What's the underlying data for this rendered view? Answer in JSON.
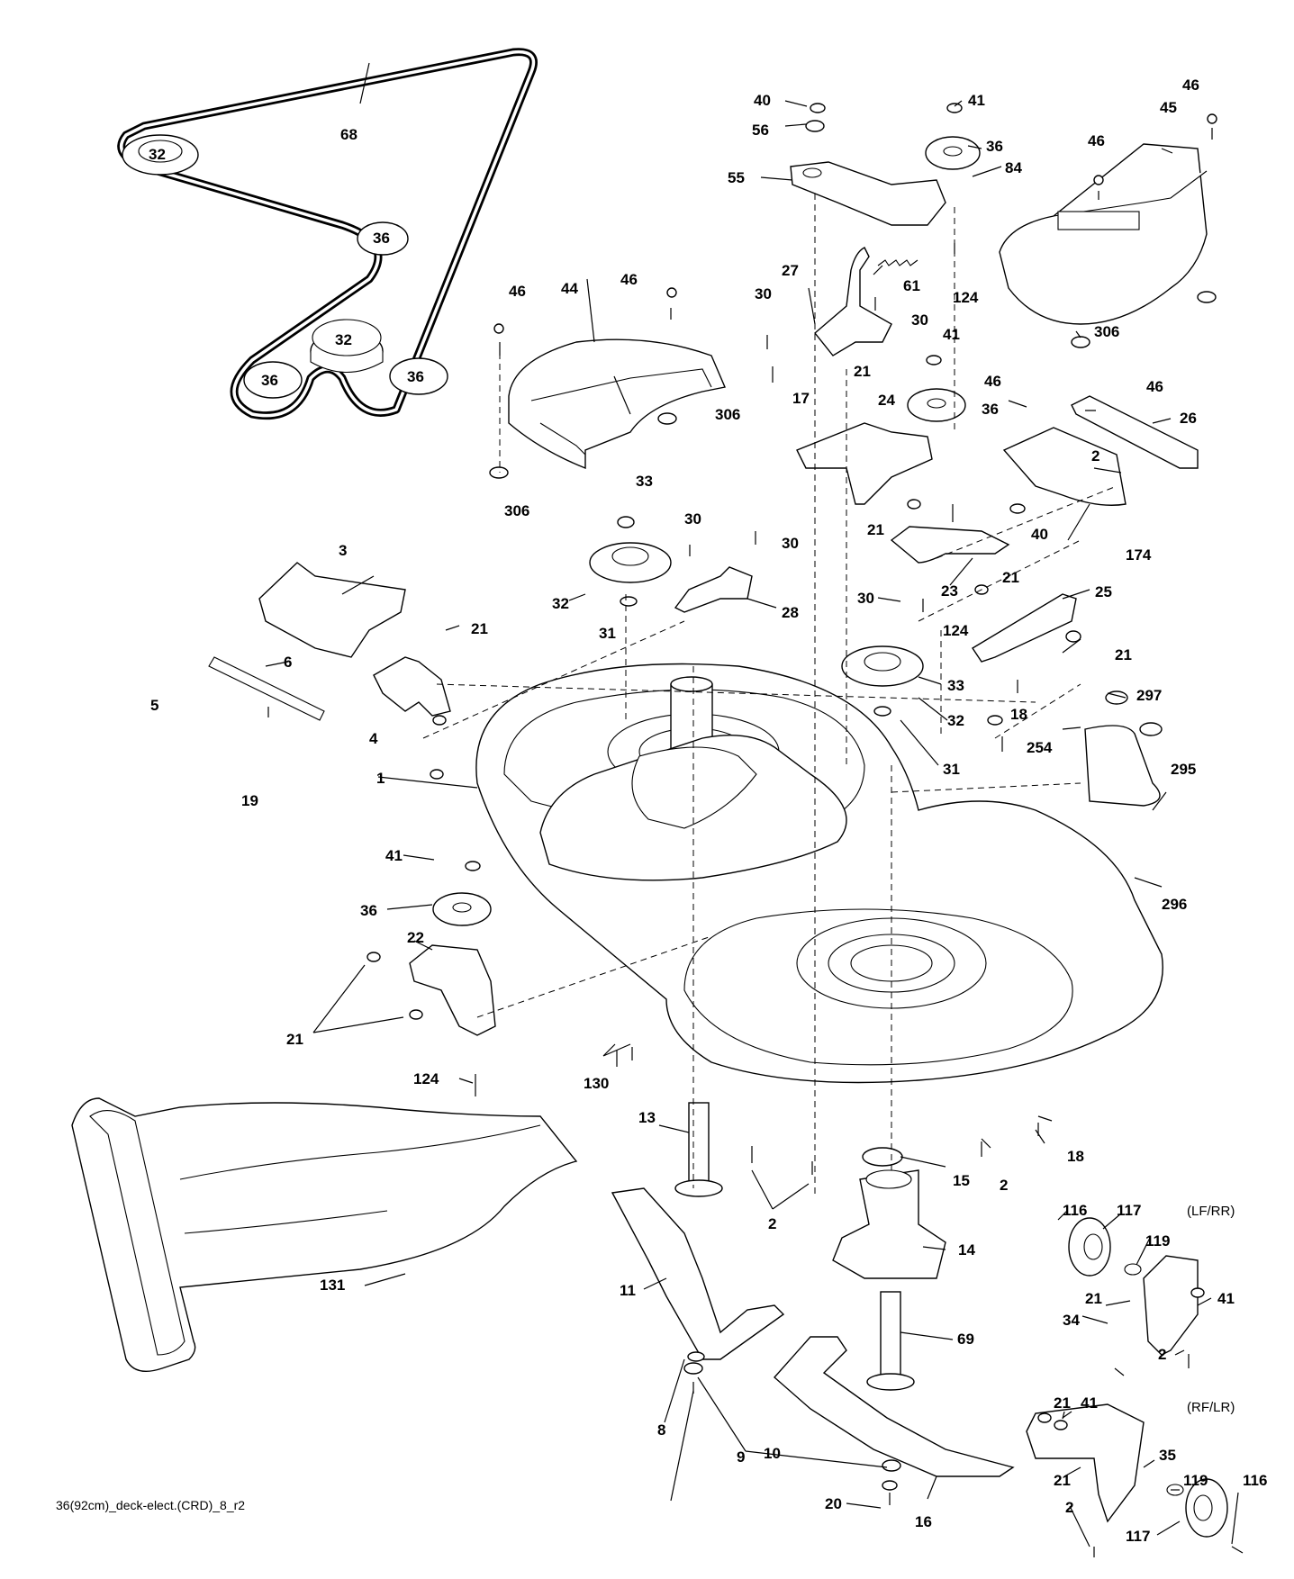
{
  "drawing_code": "36(92cm)_deck-elect.(CRD)_8_r2",
  "variant_labels": {
    "lf_rr": "(LF/RR)",
    "rf_lr": "(RF/LR)"
  },
  "callouts": {
    "belt": "68",
    "belt_pulley_a": "32",
    "belt_pulley_b": "36",
    "belt_pulley_c": "32",
    "belt_pulley_d": "36",
    "belt_pulley_e": "36",
    "p40_top": "40",
    "p41_top": "41",
    "p56": "56",
    "p36_top": "36",
    "p84": "84",
    "p55": "55",
    "p46_right": "46",
    "p45": "45",
    "p46_cover": "46",
    "p27": "27",
    "p61": "61",
    "p124_top": "124",
    "p30_a": "30",
    "p30_b": "30",
    "p306_right": "306",
    "p41_mid": "41",
    "p46_44": "46",
    "p44": "44",
    "p46_left": "46",
    "p306_mid": "306",
    "p306_left": "306",
    "p17": "17",
    "p21_a": "21",
    "p36_mid": "36",
    "p46_26a": "46",
    "p46_26b": "46",
    "p24": "24",
    "p26": "26",
    "p2_top": "2",
    "p33_top": "33",
    "p30_c": "30",
    "p30_d": "30",
    "p21_b": "21",
    "p40_mid": "40",
    "p174": "174",
    "p3": "3",
    "p32_mid": "32",
    "p28": "28",
    "p23": "23",
    "p21_c": "21",
    "p25": "25",
    "p31_a": "31",
    "p21_d": "21",
    "p30_e": "30",
    "p124_mid": "124",
    "p21_e": "21",
    "p6": "6",
    "p5": "5",
    "p4": "4",
    "p33_mid": "33",
    "p18_top": "18",
    "p297": "297",
    "p32_low": "32",
    "p254": "254",
    "p19": "19",
    "p1": "1",
    "p31_b": "31",
    "p295": "295",
    "p41_low": "41",
    "p296": "296",
    "p36_low": "36",
    "p22": "22",
    "p21_f": "21",
    "p124_low": "124",
    "p130": "130",
    "p13": "13",
    "p18_low": "18",
    "p15": "15",
    "p2_mid": "2",
    "p2_low": "2",
    "p116_a": "116",
    "p117_a": "117",
    "p119_a": "119",
    "p14": "14",
    "p131": "131",
    "p11": "11",
    "p21_g": "21",
    "p41_wheel": "41",
    "p34": "34",
    "p69": "69",
    "p2_wheel": "2",
    "p21_h": "21",
    "p41_wheel_b": "41",
    "p35": "35",
    "p10": "10",
    "p8": "8",
    "p9": "9",
    "p21_i": "21",
    "p119_b": "119",
    "p116_b": "116",
    "p2_wheel_b": "2",
    "p20": "20",
    "p16": "16",
    "p117_b": "117"
  }
}
